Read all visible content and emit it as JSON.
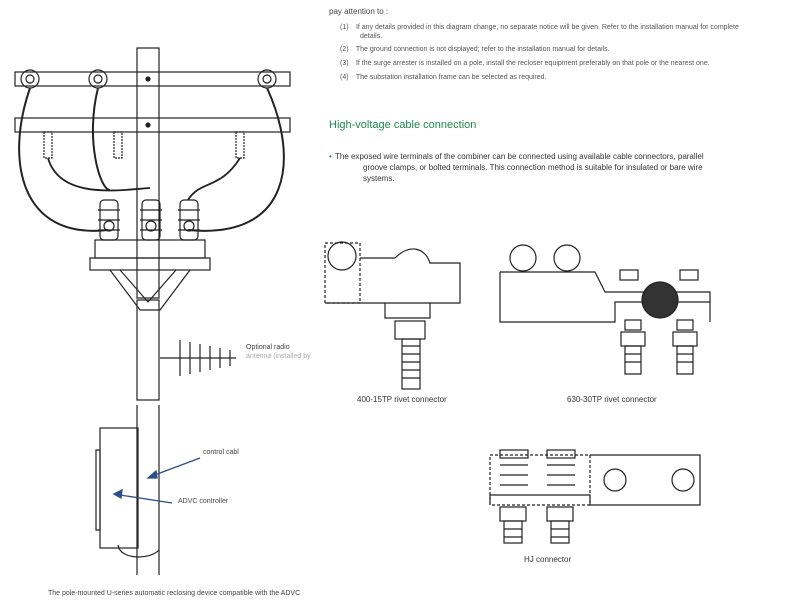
{
  "notes": {
    "title": "pay attention to :",
    "items": [
      {
        "num": "(1)",
        "text": "If any details provided in this diagram change, no separate notice will be given. Refer to the installation manual for complete",
        "cont": "details."
      },
      {
        "num": "(2)",
        "text": "The ground connection is not displayed; refer to the installation manual for details."
      },
      {
        "num": "(3)",
        "text": "If the surge arrester is installed on a pole, install the recloser equipment preferably on that pole or the nearest one."
      },
      {
        "num": "(4)",
        "text": "The substation installation frame can be selected as required."
      }
    ]
  },
  "section": {
    "title": "High-voltage cable connection",
    "bullet_line1": "The exposed wire terminals of the combiner can be connected using available cable connectors, parallel",
    "bullet_line2": "groove clamps, or bolted terminals. This connection method is suitable for insulated or bare wire",
    "bullet_line3": "systems."
  },
  "diagram": {
    "radio_label_1": "Optional radio",
    "radio_label_2": "antenna (installed by",
    "control_cable_label": "control cabl",
    "controller_label": "ADVC controller",
    "caption": "The pole-mounted U-series automatic reclosing device compatible with the ADVC"
  },
  "connectors": {
    "rivet_400": "400-15TP rivet connector",
    "rivet_630": "630-30TP rivet connector",
    "hj": "HJ connector"
  },
  "colors": {
    "accent": "#1f8a4c",
    "arrow": "#2b4f8c"
  }
}
